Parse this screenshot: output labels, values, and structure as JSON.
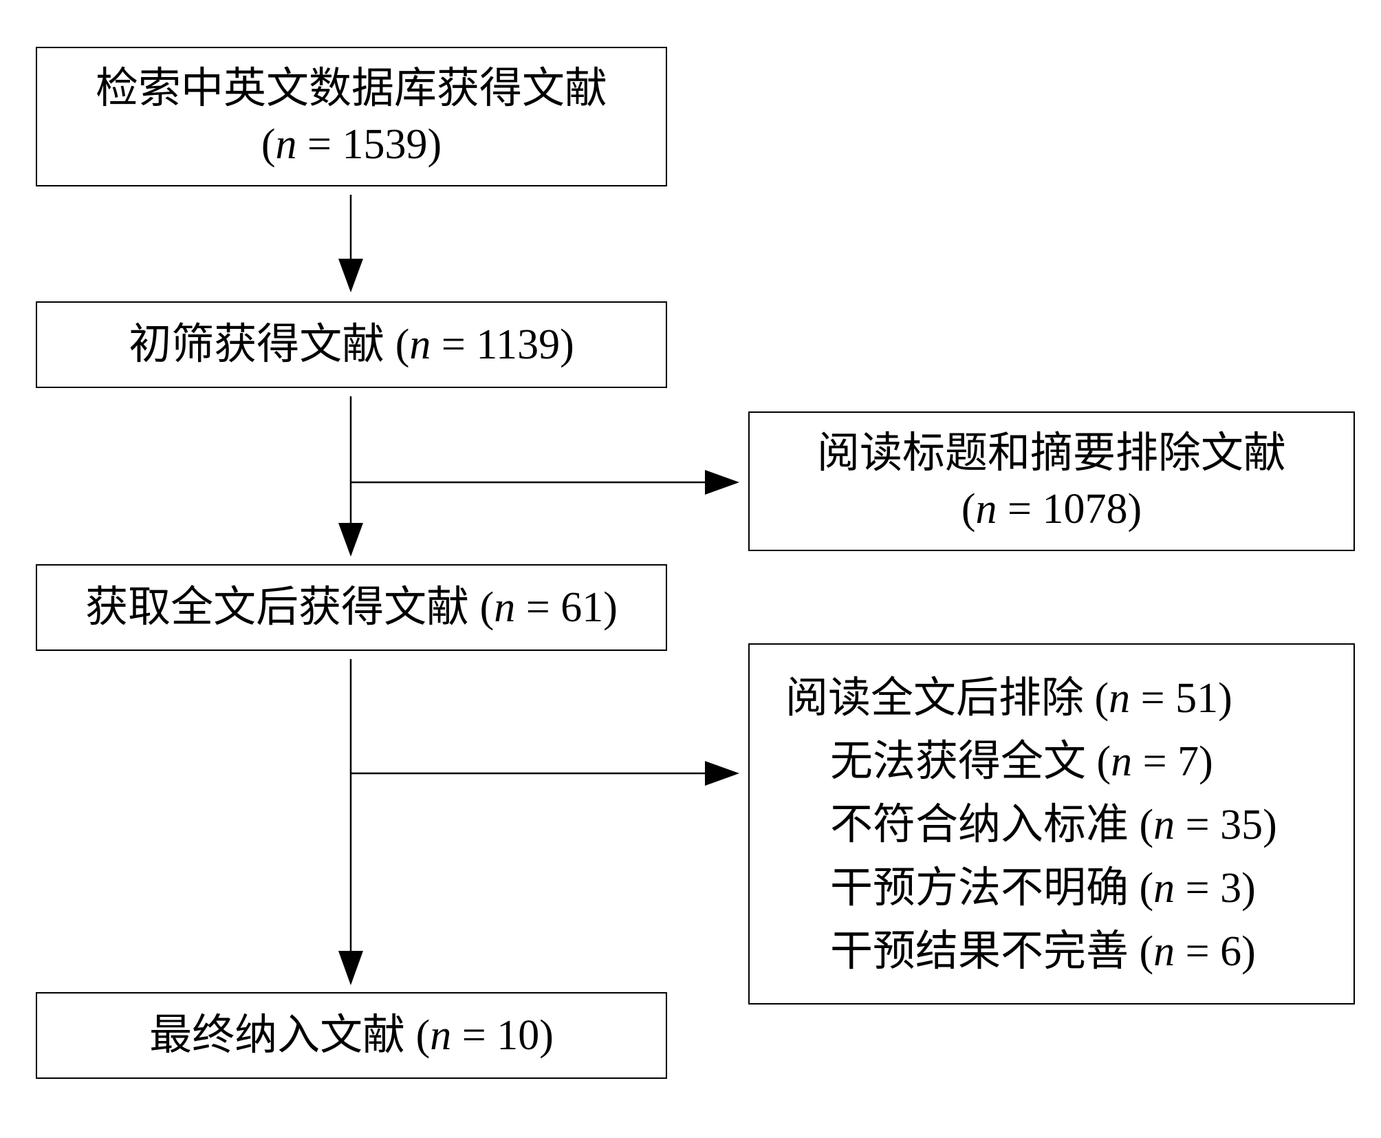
{
  "boxes": {
    "search": {
      "line1": "检索中英文数据库获得文献",
      "open": "(",
      "n": "n",
      "rest": " = 1539)"
    },
    "screen": {
      "prefix": "初筛获得文献 (",
      "n": "n",
      "rest": " = 1139)"
    },
    "exclude_title": {
      "line1": "阅读标题和摘要排除文献",
      "open": "(",
      "n": "n",
      "rest": " = 1078)"
    },
    "fulltext": {
      "prefix": "获取全文后获得文献 (",
      "n": "n",
      "rest": " = 61)"
    },
    "exclude_full": {
      "main": {
        "prefix": "阅读全文后排除 (",
        "n": "n",
        "rest": " = 51)"
      },
      "reasons": [
        {
          "prefix": "无法获得全文 (",
          "n": "n",
          "rest": " = 7)"
        },
        {
          "prefix": "不符合纳入标准 (",
          "n": "n",
          "rest": " = 35)"
        },
        {
          "prefix": "干预方法不明确 (",
          "n": "n",
          "rest": " = 3)"
        },
        {
          "prefix": "干预结果不完善 (",
          "n": "n",
          "rest": " = 6)"
        }
      ]
    },
    "final": {
      "prefix": "最终纳入文献 (",
      "n": "n",
      "rest": " = 10)"
    }
  }
}
